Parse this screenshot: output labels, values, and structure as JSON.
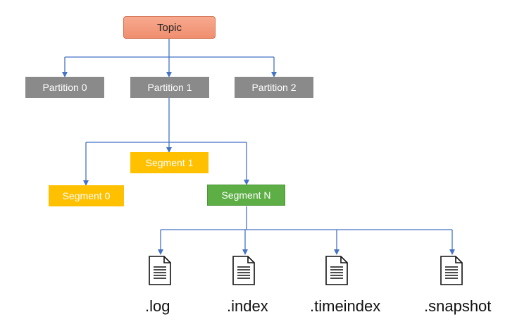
{
  "topic": {
    "label": "Topic"
  },
  "partitions": [
    {
      "label": "Partition 0"
    },
    {
      "label": "Partition 1"
    },
    {
      "label": "Partition 2"
    }
  ],
  "segments": [
    {
      "label": "Segment 0"
    },
    {
      "label": "Segment 1"
    },
    {
      "label": "Segment N"
    }
  ],
  "files": [
    {
      "label": ".log",
      "icon": "document-icon"
    },
    {
      "label": ".index",
      "icon": "document-icon"
    },
    {
      "label": ".timeindex",
      "icon": "document-icon"
    },
    {
      "label": ".snapshot",
      "icon": "document-icon"
    }
  ],
  "colors": {
    "topic": "#f4a085",
    "partition": "#8a8a8a",
    "segment": "#ffc000",
    "segment_active": "#5cae45",
    "connector": "#4472c4"
  }
}
